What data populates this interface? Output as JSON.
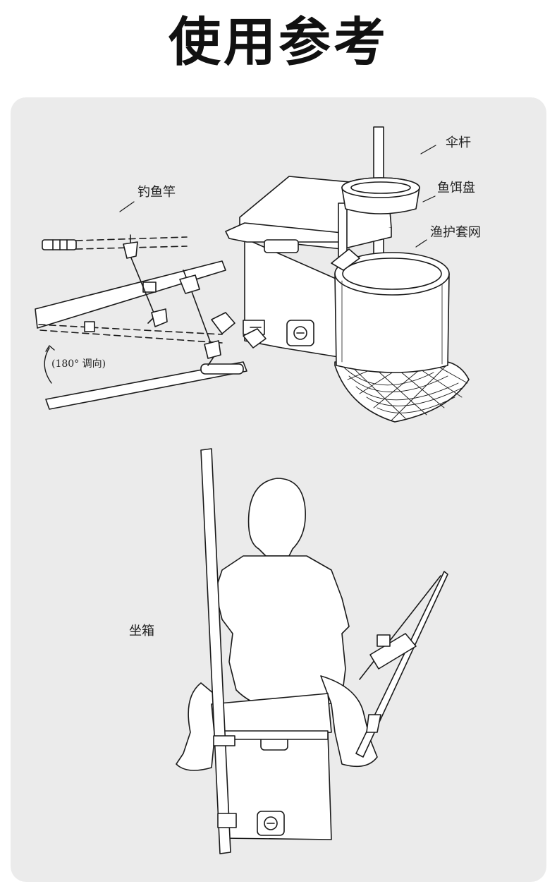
{
  "header": {
    "title": "使用参考"
  },
  "labels": {
    "umbrella_pole": "伞杆",
    "bait_tray": "鱼饵盘",
    "fish_net": "渔护套网",
    "fishing_rod": "钓鱼竿",
    "rotation": "(180° 调向)",
    "seat_box": "坐箱"
  },
  "colors": {
    "page_background": "#ffffff",
    "panel_background": "#ebebeb",
    "line_art": "#1a1a1a",
    "title_text": "#111111"
  }
}
